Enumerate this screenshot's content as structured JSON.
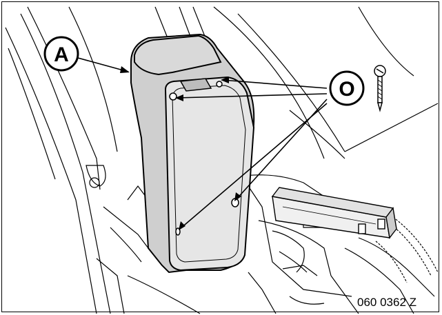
{
  "callouts": {
    "a": {
      "letter": "A"
    },
    "o": {
      "letter": "O"
    }
  },
  "figure_ref": "060 0362 Z",
  "colors": {
    "line": "#000000",
    "console_fill": "#e6e6e6",
    "top_fill": "#d7d7d7",
    "background": "#ffffff"
  },
  "icons": {
    "screw": "screw-icon"
  }
}
